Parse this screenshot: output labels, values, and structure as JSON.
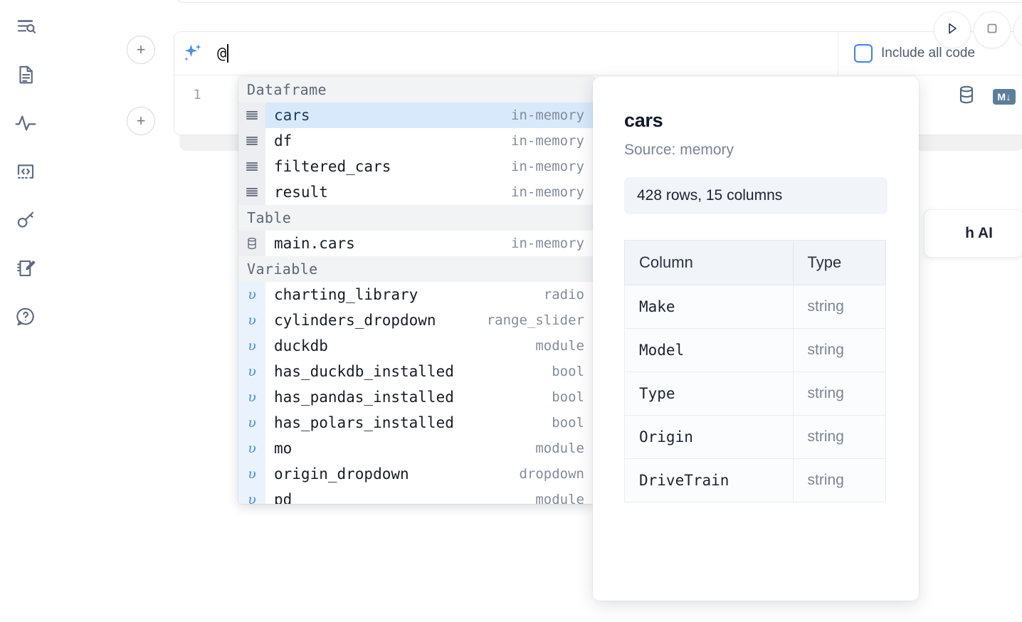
{
  "sidebar": {
    "items": [
      {
        "name": "explore-search-icon",
        "label": "Explore"
      },
      {
        "name": "file-document-icon",
        "label": "Files"
      },
      {
        "name": "activity-pulse-icon",
        "label": "Activity"
      },
      {
        "name": "code-snippets-icon",
        "label": "Snippets"
      },
      {
        "name": "key-secrets-icon",
        "label": "Secrets"
      },
      {
        "name": "notebook-edit-icon",
        "label": "Scratchpad"
      },
      {
        "name": "help-question-icon",
        "label": "Help"
      }
    ]
  },
  "toolbar": {
    "run_label": "Run",
    "stop_label": "Stop",
    "include_all_code_label": "Include all code",
    "include_all_code_checked": false,
    "accent_color": "#3b82f6"
  },
  "ai_prompt": {
    "icon": "sparkles-icon",
    "value": "@",
    "placeholder": ""
  },
  "code_cell": {
    "line_number": "1",
    "database_icon": "database-icon",
    "markdown_badge": "M↓"
  },
  "ai_tooltip": {
    "label": "h AI"
  },
  "autocomplete": {
    "groups": [
      {
        "title": "Dataframe",
        "icon": "dataframe-lines-icon",
        "items": [
          {
            "label": "cars",
            "meta": "in-memory",
            "selected": true
          },
          {
            "label": "df",
            "meta": "in-memory",
            "selected": false
          },
          {
            "label": "filtered_cars",
            "meta": "in-memory",
            "selected": false
          },
          {
            "label": "result",
            "meta": "in-memory",
            "selected": false
          }
        ]
      },
      {
        "title": "Table",
        "icon": "database-icon",
        "items": [
          {
            "label": "main.cars",
            "meta": "in-memory",
            "selected": false
          }
        ]
      },
      {
        "title": "Variable",
        "icon": "variable-icon",
        "items": [
          {
            "label": "charting_library",
            "meta": "radio",
            "selected": false
          },
          {
            "label": "cylinders_dropdown",
            "meta": "range_slider",
            "selected": false
          },
          {
            "label": "duckdb",
            "meta": "module",
            "selected": false
          },
          {
            "label": "has_duckdb_installed",
            "meta": "bool",
            "selected": false
          },
          {
            "label": "has_pandas_installed",
            "meta": "bool",
            "selected": false
          },
          {
            "label": "has_polars_installed",
            "meta": "bool",
            "selected": false
          },
          {
            "label": "mo",
            "meta": "module",
            "selected": false
          },
          {
            "label": "origin_dropdown",
            "meta": "dropdown",
            "selected": false
          },
          {
            "label": "pd",
            "meta": "module",
            "selected": false
          }
        ]
      }
    ]
  },
  "detail_panel": {
    "title": "cars",
    "source": "Source: memory",
    "shape": "428 rows, 15 columns",
    "table": {
      "headers": [
        "Column",
        "Type"
      ],
      "rows": [
        [
          "Make",
          "string"
        ],
        [
          "Model",
          "string"
        ],
        [
          "Type",
          "string"
        ],
        [
          "Origin",
          "string"
        ],
        [
          "DriveTrain",
          "string"
        ]
      ]
    }
  }
}
